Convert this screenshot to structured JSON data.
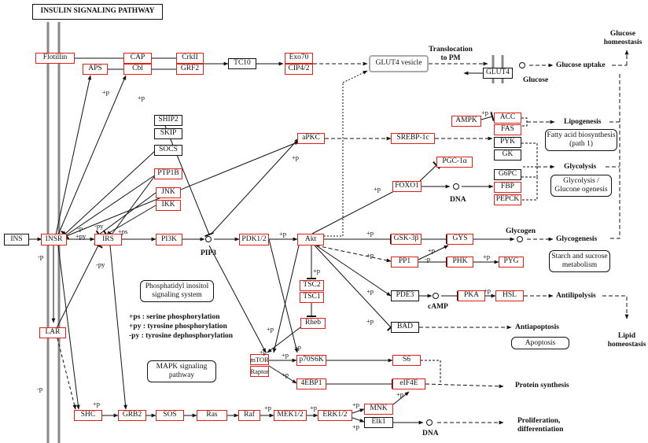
{
  "title": "INSULIN SIGNALING PATHWAY",
  "nodes": {
    "flotillin": "Flotillin",
    "cap": "CAP",
    "aps": "APS",
    "cbl": "Cbl",
    "crkii": "CrkII",
    "grf2": "GRF2",
    "tc10": "TC10",
    "exo70": "Exo70",
    "cip4": "CIP4/2",
    "glut4_vesicle": "GLUT4 vesicle",
    "glut4": "GLUT4",
    "ship2": "SHIP2",
    "skip": "SKIP",
    "socs": "SOCS",
    "ptp1b": "PTP1B",
    "jnk": "JNK",
    "ikk": "IKK",
    "ins": "INS",
    "insr": "INSR",
    "irs": "IRS",
    "pi3k": "PI3K",
    "pdk12": "PDK1/2",
    "akt": "Akt",
    "apkc": "aPKC",
    "srebp": "SREBP-1c",
    "ampk": "AMPK",
    "acc": "ACC",
    "fas": "FAS",
    "pyk": "PYK",
    "gk": "GK",
    "pgc": "PGC-1α",
    "foxo1": "FOXO1",
    "g6pc": "G6PC",
    "fbp": "FBP",
    "pepck": "PEPCK",
    "gsk3b": "GSK-3β",
    "gys": "GYS",
    "pp1": "PP1",
    "phk": "PHK",
    "pyg": "PYG",
    "pde3": "PDE3",
    "pka": "PKA",
    "hsl": "HSL",
    "bad": "BAD",
    "tsc2": "TSC2",
    "tsc1": "TSC1",
    "rheb": "Rheb",
    "mtor": "mTOR",
    "raptor": "Raptor",
    "p70s6k": "p70S6K",
    "s6": "S6",
    "ebp1": "4EBP1",
    "eif4e": "eIF4E",
    "lar": "LAR",
    "shc": "SHC",
    "grb2": "GRB2",
    "sos": "SOS",
    "ras": "Ras",
    "raf": "Raf",
    "mek12": "MEK1/2",
    "erk12": "ERK1/2",
    "mnk": "MNK",
    "elk1": "Elk1"
  },
  "outcomes": {
    "translocation": "Translocation to PM",
    "glucose_uptake": "Glucose uptake",
    "glucose": "Glucose",
    "glucose_homeostasis": "Glucose homeostasis",
    "lipogenesis": "Lipogenesis",
    "glycolysis": "Glycolysis",
    "glycogen": "Glycogen",
    "glycogenesis": "Glycogenesis",
    "antilipolysis": "Antilipolysis",
    "lipid_homeostasis": "Lipid homeostasis",
    "antiapoptosis": "Antiapoptosis",
    "protein_synthesis": "Protein synthesis",
    "proliferation": "Proliferation, differentiation",
    "dna": "DNA",
    "camp": "cAMP",
    "pip3": "PIP3"
  },
  "pathway_links": {
    "fatty_acid": "Fatty acid biosynthesis (path 1)",
    "glycolysis_gluconeogenesis": "Glycolysis / Glucone ogenesis",
    "starch": "Starch and sucrose metabolism",
    "apoptosis": "Apoptosis",
    "inositol": "Phosphatidyl inositol signaling system",
    "mapk": "MAPK signaling pathway"
  },
  "legend": {
    "ps": "+ps : serine phosphorylation",
    "py": "+py : tyrosine phosphorylation",
    "neg_py": "-py : tyrosine dephosphorylation"
  },
  "marks": {
    "p": "+p",
    "neg_p": "-p",
    "py": "+py",
    "neg_py": "-py",
    "ps": "+ps"
  }
}
